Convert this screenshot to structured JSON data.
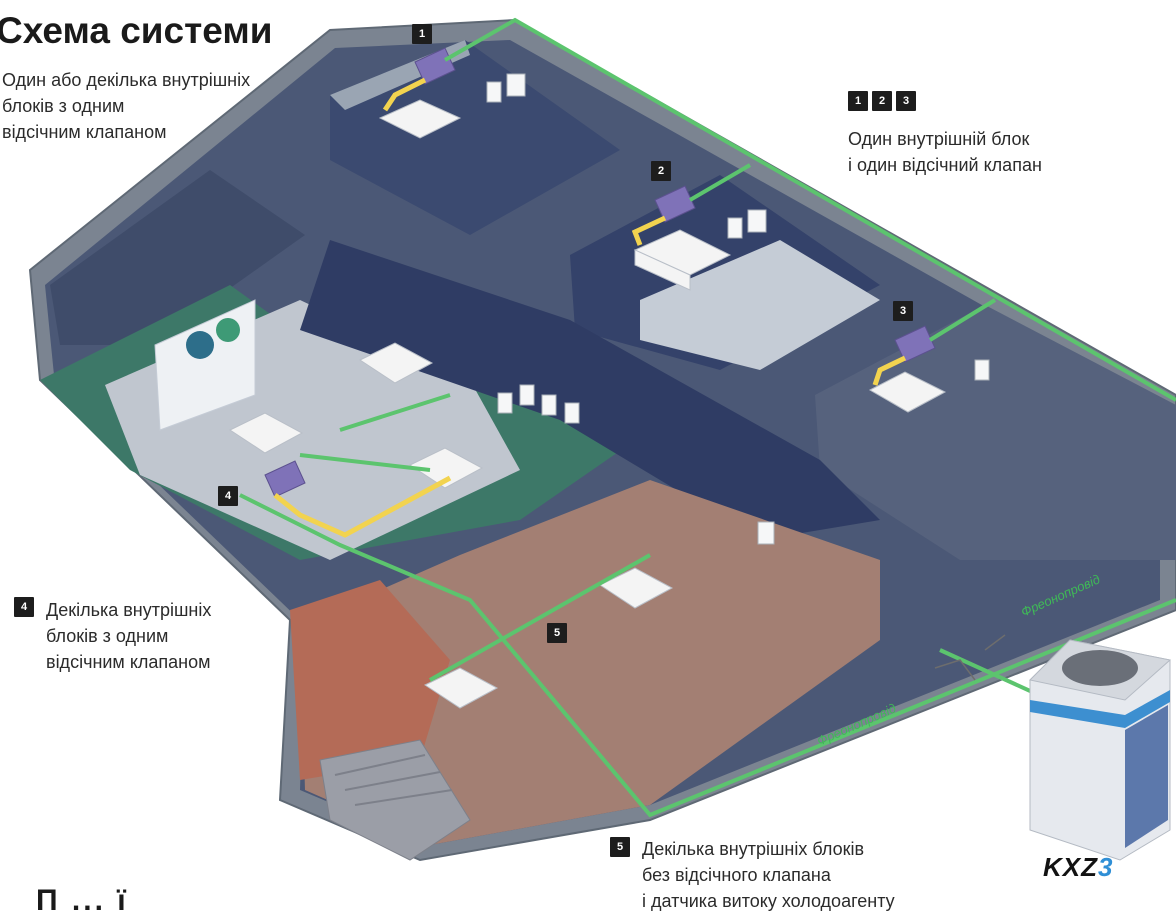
{
  "title": "Схема системи",
  "top_left_description": [
    "Один або декілька внутрішніх",
    "блоків з одним",
    "відсічним клапаном"
  ],
  "top_right_badges": [
    "1",
    "2",
    "3"
  ],
  "top_right_description": [
    "Один внутрішній блок",
    "і один відсічний клапан"
  ],
  "left_badge": "4",
  "left_description": [
    "Декілька внутрішніх",
    "блоків з одним",
    "відсічним клапаном"
  ],
  "bottom_badge": "5",
  "bottom_description": [
    "Декілька внутрішніх блоків",
    "без відсічного клапана",
    "і датчика витоку холодоагенту"
  ],
  "room_badges": [
    "1",
    "2",
    "3",
    "4",
    "5"
  ],
  "pipe_label": "Фреонопровід",
  "brand": {
    "main": "KXZ",
    "accent": "3"
  },
  "bottom_title": "П ... ї",
  "colors": {
    "pipe": "#5cc46e",
    "valve_pipe": "#f2d34f",
    "wall": "#7c8896",
    "floor_office": "#3c4a6e",
    "floor_meeting": "#a3aab4",
    "floor_lobby": "#9a7a6c",
    "room_green": "#3c7466"
  }
}
